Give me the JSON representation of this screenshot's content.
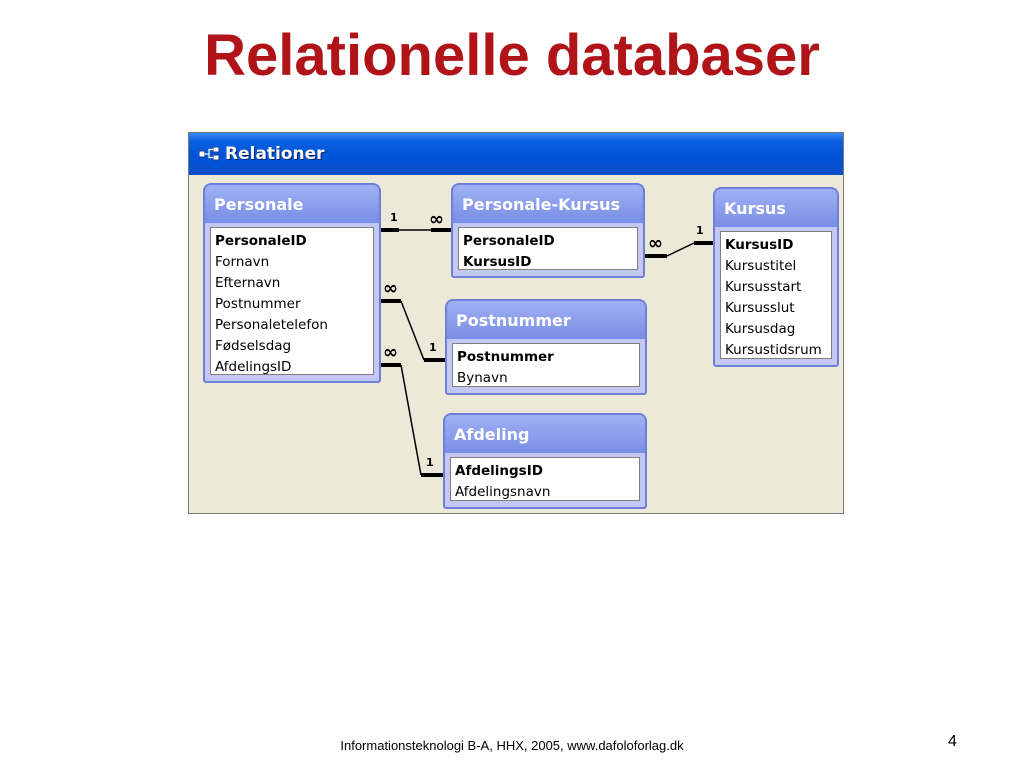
{
  "slide": {
    "title": "Relationelle databaser",
    "footer": "Informationsteknologi B-A, HHX, 2005, www.dafoloforlag.dk",
    "page_number": "4"
  },
  "window": {
    "title": "Relationer",
    "icon": "relationships-icon"
  },
  "tables": {
    "personale": {
      "title": "Personale",
      "fields": [
        "PersonaleID",
        "Fornavn",
        "Efternavn",
        "Postnummer",
        "Personaletelefon",
        "Fødselsdag",
        "AfdelingsID"
      ]
    },
    "personale_kursus": {
      "title": "Personale-Kursus",
      "fields": [
        "PersonaleID",
        "KursusID"
      ]
    },
    "kursus": {
      "title": "Kursus",
      "fields": [
        "KursusID",
        "Kursustitel",
        "Kursusstart",
        "Kursusslut",
        "Kursusdag",
        "Kursustidsrum"
      ]
    },
    "postnummer": {
      "title": "Postnummer",
      "fields": [
        "Postnummer",
        "Bynavn"
      ]
    },
    "afdeling": {
      "title": "Afdeling",
      "fields": [
        "AfdelingsID",
        "Afdelingsnavn"
      ]
    }
  },
  "relationships": {
    "one": "1",
    "many": "∞"
  }
}
